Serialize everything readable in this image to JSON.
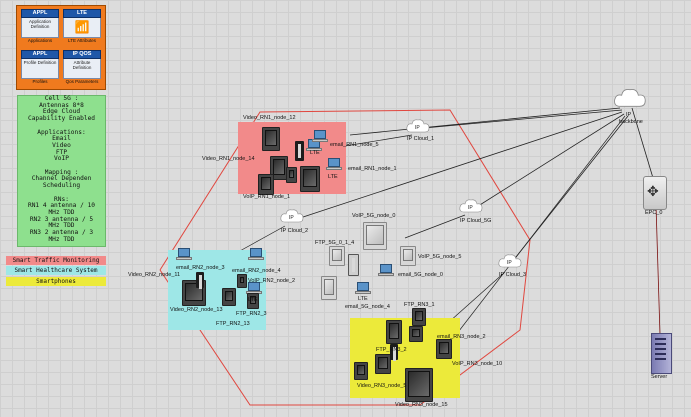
{
  "palette": {
    "tiles": [
      {
        "head": "APPL",
        "body": "Application Definition",
        "caption": "Applications"
      },
      {
        "head": "LTE",
        "body": "",
        "caption": "LTE Attributes"
      },
      {
        "head": "APPL",
        "body": "Profile Definition",
        "caption": "Profiles"
      },
      {
        "head": "IP QOS",
        "body": "Attribute Definition",
        "caption": "Qos Parameters"
      }
    ]
  },
  "info": {
    "lines": [
      "Cell 5G :",
      "Antennas 8*8",
      "Edge Cloud",
      "Capability Enabled",
      "",
      "Applications:",
      "Email",
      "Video",
      "FTP",
      "VoIP",
      "",
      "Mapping :",
      "Channel Dependen",
      "Scheduling",
      "",
      "RNs:",
      "RN1 4 antenna / 10",
      "MHz TDD",
      "RN2 3 antenna / 5",
      "MHz TDD",
      "RN3 2 antenna / 3",
      "MHz TDD"
    ]
  },
  "legend": [
    {
      "label": "Smart Traffic Monitoring",
      "color": "#f28a8a"
    },
    {
      "label": "Smart Healthcare System",
      "color": "#9ee7e7"
    },
    {
      "label": "Smartphones",
      "color": "#ecea3a"
    }
  ],
  "zones": [
    {
      "name": "zone-rn1",
      "color": "#f28a8a"
    },
    {
      "name": "zone-rn2",
      "color": "#9ee7e7"
    },
    {
      "name": "zone-rn3",
      "color": "#ecea3a"
    }
  ],
  "labels": {
    "video_rn1_12": "Video_RN1_node_12",
    "video_rn1_14": "Video_RN1_node_14",
    "lte_rn1": "LTE",
    "email_rn1_5": "email_RN1_node_5",
    "email_rn1_1": "email_RN1_node_1",
    "voip_rn1_1": "VoIP_RN1_node_1",
    "ip_cloud_1": "IP Cloud_1",
    "ip_backbone": "IP",
    "backbone": "backbone",
    "epc": "EPC_0",
    "server": "Server",
    "ip_cloud_2": "IP Cloud_2",
    "voip_5g_0": "VoIP_5G_node_0",
    "ftp_5g_014": "FTP_5G_0_1_4",
    "ip_cloud_5g": "IP Cloud_5G",
    "voip_5g_5": "VoIP_5G_node_5",
    "email_5g_0": "email_5G_node_0",
    "lte_5g": "LTE",
    "email_5g_4": "email_5G_node_4",
    "ip_cloud_3": "IP Cloud_3",
    "email_rn2_3": "email_RN2_node_3",
    "video_rn2_11": "Video_RN2_node_11",
    "email_rn2_4": "email_RN2_node_4",
    "voip_rn2_2": "VoIP_RN2_node_2",
    "lte_rn2": "LTE",
    "video_rn2_13": "Video_RN2_node_13",
    "ftp_rn2_3": "FTP_RN2_3",
    "ftp_rn2_13": "FTP_RN2_13",
    "ftp_rn3_1": "FTP_RN3_1",
    "email_rn3_2": "email_RN3_node_2",
    "ftp_rn3_2": "FTP_RN3_2",
    "voip_rn3_10": "VoIP_RN3_node_10",
    "video_rn3_5": "Video_RN3_node_5",
    "video_rn3_15": "Video_RN3_node_15",
    "ip_text": "IP"
  },
  "colors": {
    "link_red": "#e0473f",
    "link_black": "#222222",
    "link_dark_red": "#7a1010"
  }
}
